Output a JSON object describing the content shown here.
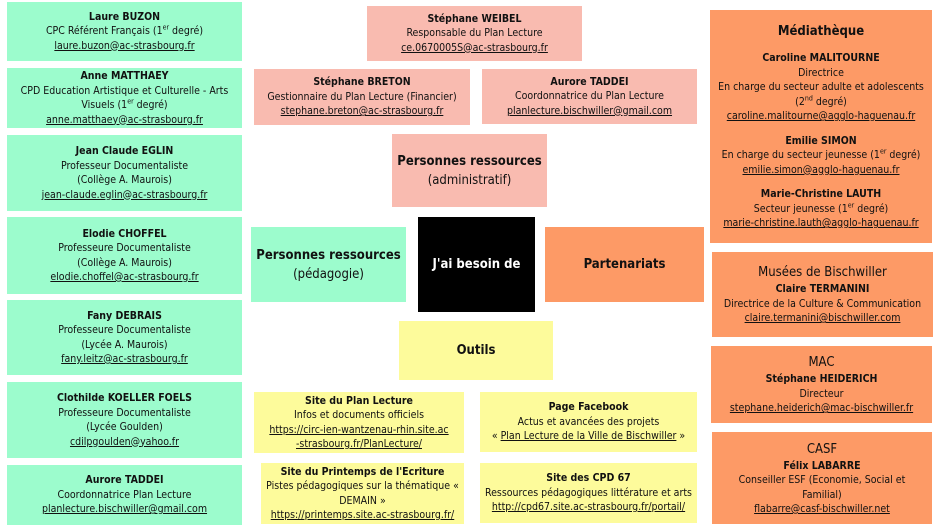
{
  "left": [
    {
      "name": "Laure BUZON",
      "lines": [
        [
          "CPC Référent Français (1",
          "er",
          " degré)"
        ]
      ],
      "email": "laure.buzon@ac-strasbourg.fr"
    },
    {
      "name": "Anne MATTHAEY",
      "lines": [
        [
          "CPD Education Artistique et Culturelle - Arts Visuels (1",
          "er",
          " degré)"
        ]
      ],
      "email": "anne.matthaey@ac-strasbourg.fr"
    },
    {
      "name": "Jean Claude EGLIN",
      "lines": [
        [
          "Professeur Documentaliste"
        ],
        [
          "(Collège A. Maurois)"
        ]
      ],
      "email": "jean-claude.eglin@ac-strasbourg.fr"
    },
    {
      "name": "Elodie CHOFFEL",
      "lines": [
        [
          "Professeure Documentaliste"
        ],
        [
          "(Collège A. Maurois)"
        ]
      ],
      "email": "elodie.choffel@ac-strasbourg.fr"
    },
    {
      "name": "Fany DEBRAIS",
      "lines": [
        [
          "Professeure Documentaliste"
        ],
        [
          "(Lycée A. Maurois)"
        ]
      ],
      "email": "fany.leitz@ac-strasbourg.fr"
    },
    {
      "name": "Clothilde KOELLER FOELS",
      "lines": [
        [
          "Professeure Documentaliste"
        ],
        [
          "(Lycée Goulden)"
        ]
      ],
      "email": "cdilpgoulden@yahoo.fr"
    },
    {
      "name": "Aurore TADDEI",
      "lines": [
        [
          "Coordonnatrice Plan Lecture"
        ]
      ],
      "email": "planlecture.bischwiller@gmail.com"
    }
  ],
  "admin": [
    {
      "name": "Stéphane WEIBEL",
      "role": "Responsable du Plan Lecture",
      "email": "ce.0670005S@ac-strasbourg.fr"
    },
    {
      "name": "Stéphane BRETON",
      "role": "Gestionnaire du Plan Lecture (Financier)",
      "email": "stephane.breton@ac-strasbourg.fr"
    },
    {
      "name": "Aurore TADDEI",
      "role": "Coordonnatrice du Plan Lecture",
      "email": "planlecture.bischwiller@gmail.com"
    }
  ],
  "hubs": {
    "admin_title": "Personnes ressources",
    "admin_sub": "(administratif)",
    "peda_title": "Personnes ressources",
    "peda_sub": "(pédagogie)",
    "center": "J'ai besoin de",
    "partners": "Partenariats",
    "tools": "Outils"
  },
  "tools": [
    {
      "title": "Site du Plan Lecture",
      "desc": "Infos et documents officiels",
      "link": "https://circ-ien-wantzenau-rhin.site.ac-strasbourg.fr/PlanLecture/"
    },
    {
      "title": "Page Facebook",
      "desc": "Actus et avancées des projets",
      "link": "Plan Lecture de la Ville de Bischwiller",
      "pre": "« ",
      "post": " »"
    },
    {
      "title": "Site du Printemps de l'Ecriture",
      "desc": "Pistes pédagogiques sur la thématique « DEMAIN »",
      "link": "https://printemps.site.ac-strasbourg.fr/"
    },
    {
      "title": "Site des CPD 67",
      "desc": "Ressources pédagogiques littérature et arts",
      "link": "http://cpd67.site.ac-strasbourg.fr/portail/"
    }
  ],
  "mediatheque": {
    "title": "Médiathèque",
    "people": [
      {
        "name": "Caroline MALITOURNE",
        "role1": "Directrice",
        "role2": "En charge du secteur adulte et adolescents",
        "deg": [
          "(2",
          "nd",
          " degré)"
        ],
        "email": "caroline.malitourne@agglo-haguenau.fr"
      },
      {
        "name": "Emilie SIMON",
        "deg": [
          "En charge du secteur jeunesse (1",
          "er",
          " degré)"
        ],
        "email": "emilie.simon@agglo-haguenau.fr"
      },
      {
        "name": "Marie-Christine LAUTH",
        "deg": [
          "Secteur jeunesse (1",
          "er",
          " degré)"
        ],
        "email": "marie-christine.lauth@agglo-haguenau.fr"
      }
    ]
  },
  "partners": [
    {
      "title": "Musées de Bischwiller",
      "name": "Claire TERMANINI",
      "role": "Directrice de la Culture & Communication",
      "email": "claire.termanini@bischwiller.com"
    },
    {
      "title": "MAC",
      "name": "Stéphane HEIDERICH",
      "role": "Directeur",
      "email": "stephane.heiderich@mac-bischwiller.fr"
    },
    {
      "title": "CASF",
      "name": "Félix LABARRE",
      "role": "Conseiller ESF (Economie, Social et Familial)",
      "email": "flabarre@casf-bischwiller.net"
    }
  ]
}
